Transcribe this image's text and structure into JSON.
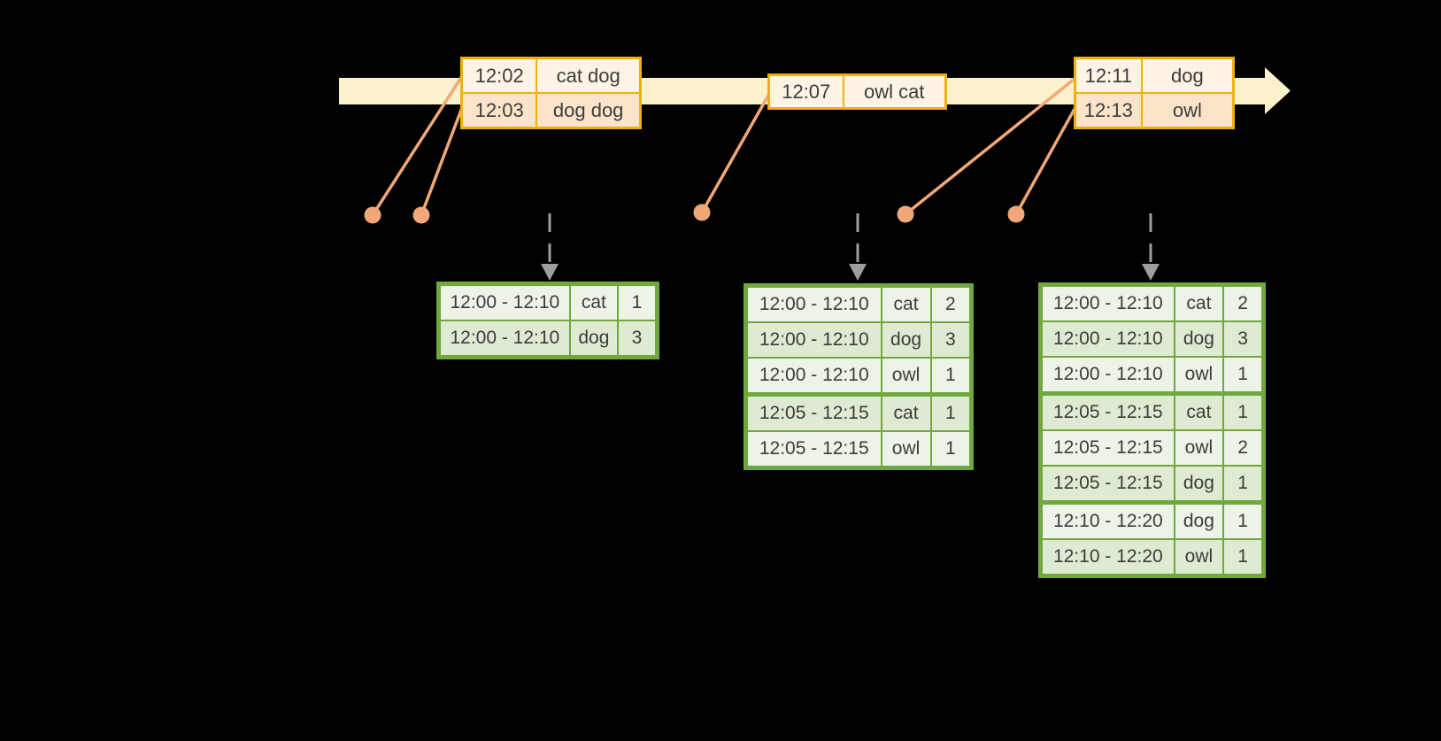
{
  "colors": {
    "background": "#000000",
    "timeline_fill": "#FBF1CB",
    "event_border": "#F1B10C",
    "event_row_odd": "#FBE4C9",
    "event_row_even": "#FDF4E5",
    "connector": "#F0A878",
    "result_border": "#70A83E",
    "result_row_odd": "#DEEAD2",
    "result_row_even": "#EDF3E7",
    "trigger_arrow": "#9E9E9E",
    "text": "#3C3C3C"
  },
  "event_tables": [
    {
      "rows": [
        {
          "time": "12:02",
          "words": "cat dog"
        },
        {
          "time": "12:03",
          "words": "dog dog"
        }
      ]
    },
    {
      "rows": [
        {
          "time": "12:07",
          "words": "owl cat"
        }
      ]
    },
    {
      "rows": [
        {
          "time": "12:11",
          "words": "dog"
        },
        {
          "time": "12:13",
          "words": "owl"
        }
      ]
    }
  ],
  "result_tables": [
    {
      "rows": [
        {
          "window": "12:00 - 12:10",
          "word": "cat",
          "count": "1"
        },
        {
          "window": "12:00 - 12:10",
          "word": "dog",
          "count": "3"
        }
      ]
    },
    {
      "rows": [
        {
          "window": "12:00 - 12:10",
          "word": "cat",
          "count": "2"
        },
        {
          "window": "12:00 - 12:10",
          "word": "dog",
          "count": "3"
        },
        {
          "window": "12:00 - 12:10",
          "word": "owl",
          "count": "1"
        },
        {
          "window": "12:05 - 12:15",
          "word": "cat",
          "count": "1"
        },
        {
          "window": "12:05 - 12:15",
          "word": "owl",
          "count": "1"
        }
      ]
    },
    {
      "rows": [
        {
          "window": "12:00 - 12:10",
          "word": "cat",
          "count": "2"
        },
        {
          "window": "12:00 - 12:10",
          "word": "dog",
          "count": "3"
        },
        {
          "window": "12:00 - 12:10",
          "word": "owl",
          "count": "1"
        },
        {
          "window": "12:05 - 12:15",
          "word": "cat",
          "count": "1"
        },
        {
          "window": "12:05 - 12:15",
          "word": "owl",
          "count": "2"
        },
        {
          "window": "12:05 - 12:15",
          "word": "dog",
          "count": "1"
        },
        {
          "window": "12:10 - 12:20",
          "word": "dog",
          "count": "1"
        },
        {
          "window": "12:10 - 12:20",
          "word": "owl",
          "count": "1"
        }
      ]
    }
  ]
}
